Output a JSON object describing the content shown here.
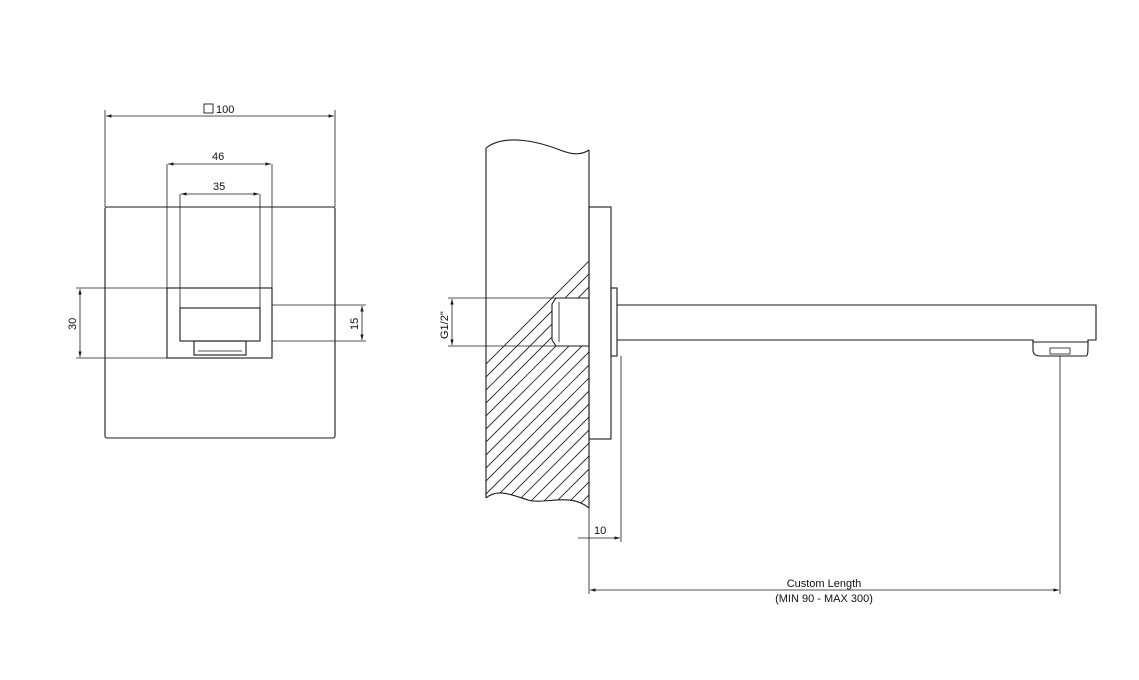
{
  "colors": {
    "line": "#1a1a1a",
    "background": "#ffffff"
  },
  "front_view": {
    "square_symbol": "square-icon",
    "dim_width": "100",
    "dim_outer_spout": "46",
    "dim_inner_spout": "35",
    "dim_height_30": "30",
    "dim_height_15": "15"
  },
  "side_view": {
    "thread_label": "G1/2\"",
    "plate_thickness": "10",
    "length_label_line1": "Custom Length",
    "length_label_line2": "(MIN 90 - MAX 300)"
  }
}
